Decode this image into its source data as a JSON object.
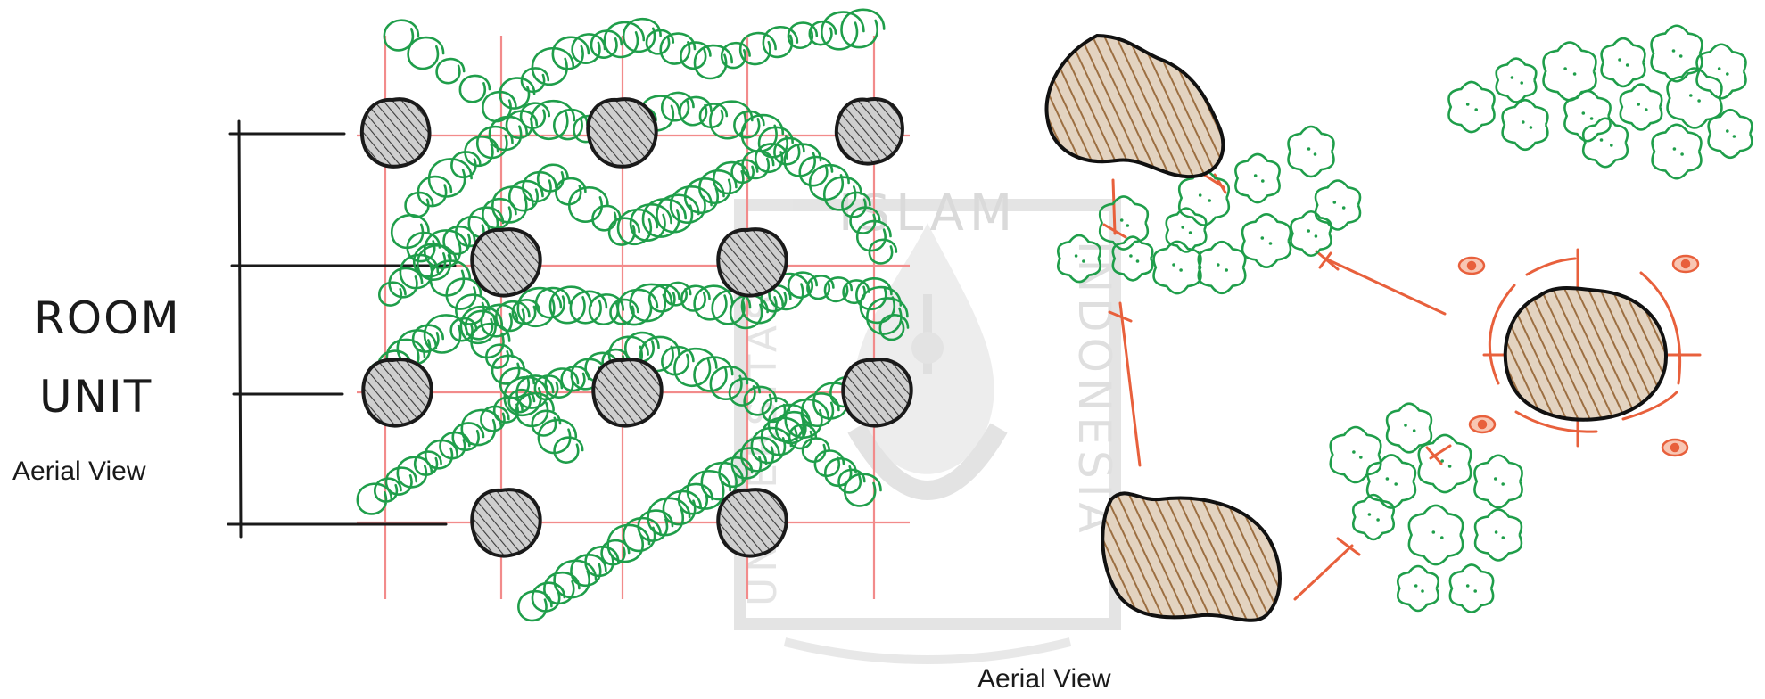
{
  "left_diagram": {
    "label_line1": "ROOM",
    "label_line2": "UNIT",
    "caption": "Aerial View"
  },
  "right_diagram": {
    "caption": "Aerial View"
  },
  "watermark": {
    "top_text": "ISLAM",
    "right_text": "INDONESIA",
    "left_text": "UNIVERSITAS"
  },
  "colors": {
    "grid": "#f28b8b",
    "trees": "#1f9e4a",
    "pods": "#4a4a4a",
    "rocks_fill": "#a67c52",
    "arrows": "#e8603c",
    "watermark": "#d8d8d8",
    "ink": "#1a1a1a"
  },
  "icons": [
    "eye-icon",
    "tree-cluster-icon",
    "arrow-icon"
  ]
}
